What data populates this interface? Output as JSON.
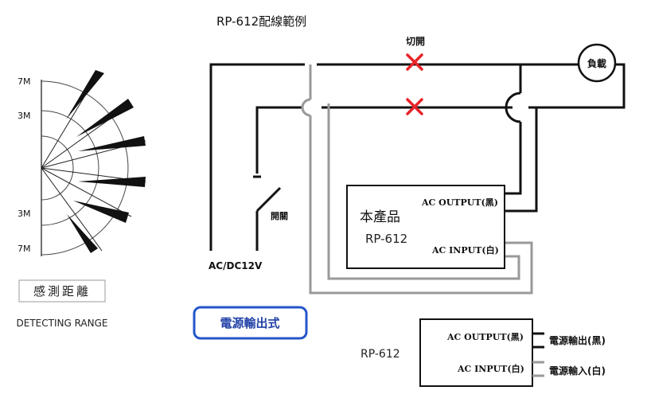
{
  "title": "RP-612配線範例",
  "range": {
    "scale_labels": [
      "7M",
      "3M",
      "3M",
      "7M"
    ],
    "caption_cn": "感測距離",
    "caption_en": "DETECTING RANGE"
  },
  "wiring": {
    "switch_top": "切開",
    "load": "負載",
    "wall_switch": "開關",
    "power_source": "AC/DC12V",
    "product_name": "本產品",
    "product_model": "RP-612",
    "ac_output": "AC OUTPUT(黑)",
    "ac_input": "AC INPUT(白)"
  },
  "output_type": "電源輸出式",
  "terminal": {
    "model": "RP-612",
    "ac_output": "AC OUTPUT(黑)",
    "ac_input": "AC INPUT(白)",
    "power_out": "電源輸出(黑)",
    "power_in": "電源輸入(白)"
  },
  "colors": {
    "wire_black": "#111111",
    "wire_gray": "#999999",
    "cut_mark": "#e8232a",
    "badge_border": "#2456c9",
    "badge_text": "#1f3fa6"
  }
}
